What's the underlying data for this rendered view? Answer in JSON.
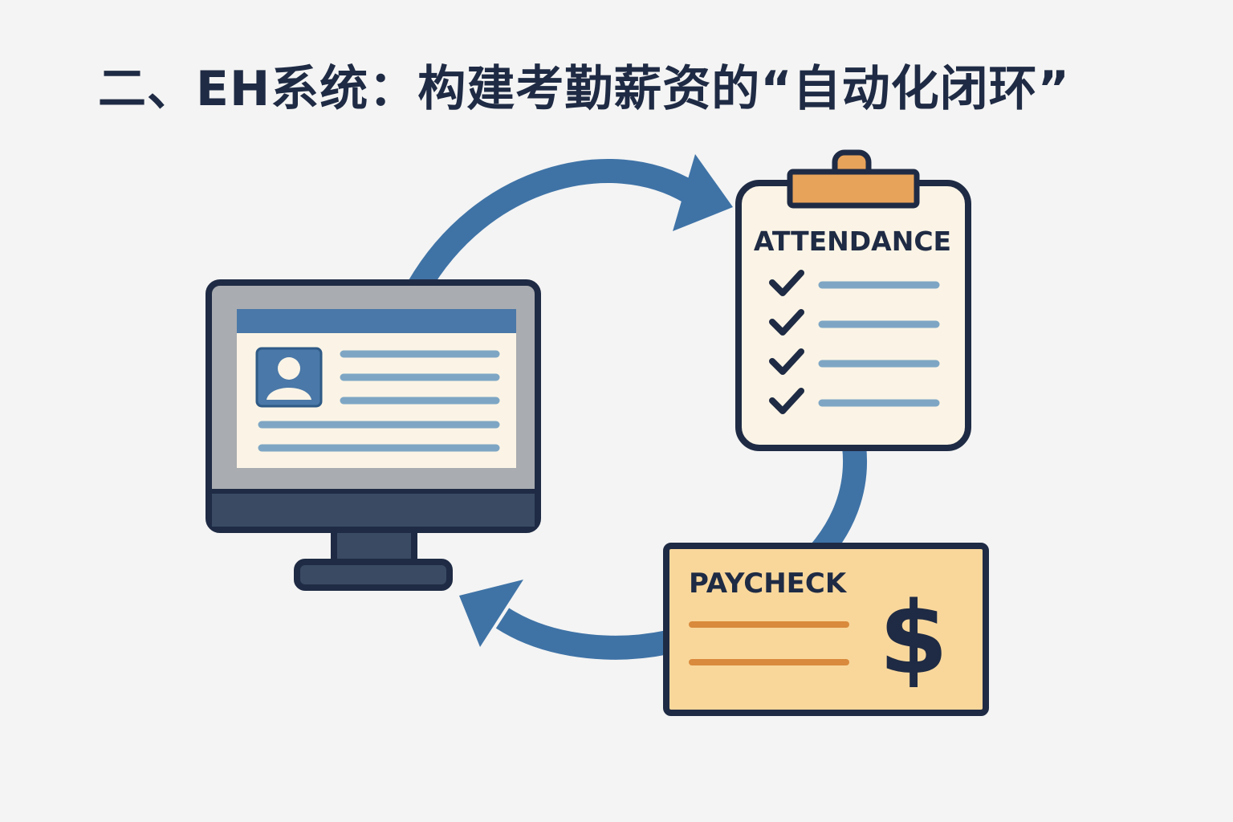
{
  "title": "二、EH系统：构建考勤薪资的“自动化闭环”",
  "attendance_card": {
    "heading": "ATTENDANCE",
    "rows": [
      {
        "checked": true
      },
      {
        "checked": true
      },
      {
        "checked": true
      },
      {
        "checked": true
      }
    ]
  },
  "paycheck_card": {
    "heading": "PAYCHECK",
    "symbol": "$"
  },
  "icons": [
    "monitor-icon",
    "user-avatar-icon",
    "clipboard-icon",
    "checkmark-icon",
    "dollar-sign-icon"
  ],
  "colors": {
    "arrow": "#3f73a6",
    "outline": "#1f2b44",
    "clipboard_clip": "#e8a35a",
    "paycheck_fill": "#f9d79b",
    "paycheck_lines": "#d98a3c",
    "screen_bar": "#4a78a8",
    "text_lines": "#7ea6c4"
  }
}
